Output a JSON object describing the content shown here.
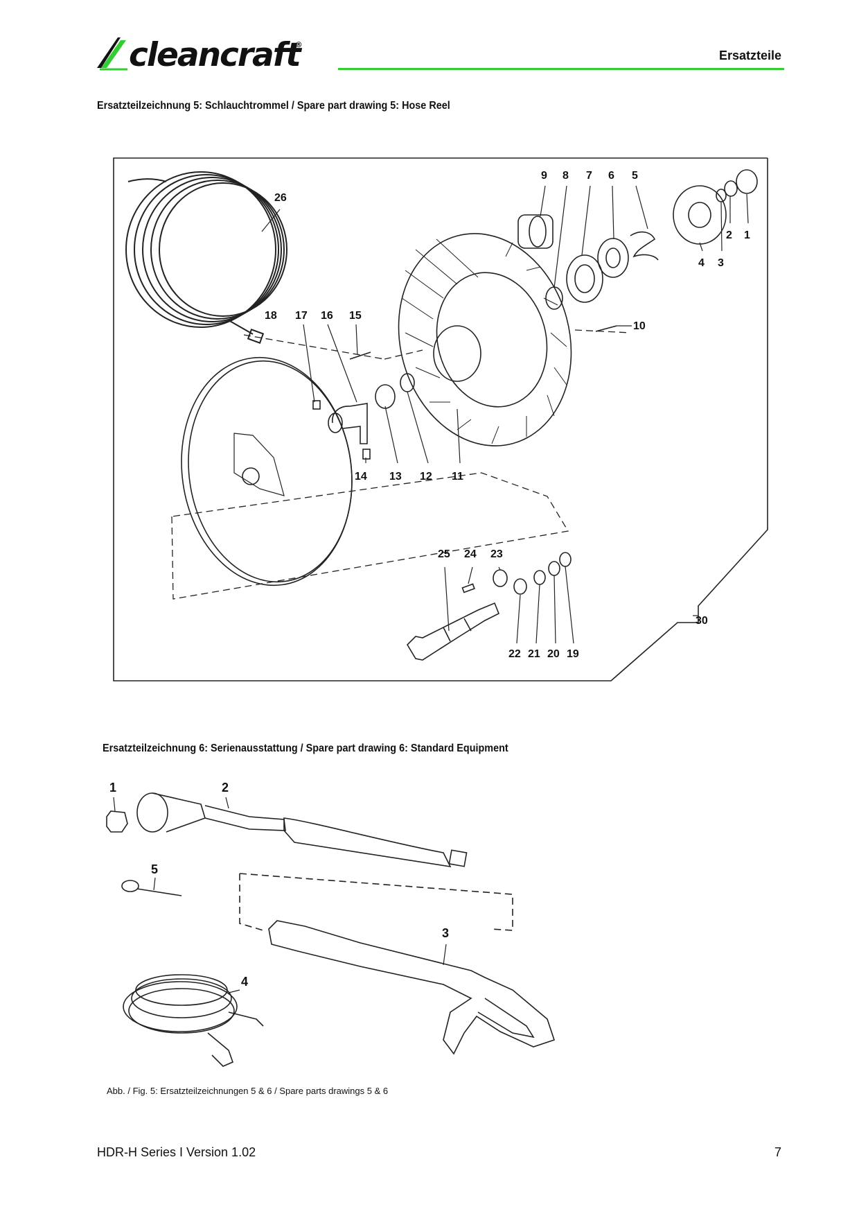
{
  "header": {
    "brand": "cleancraft",
    "brand_mark": "®",
    "section": "Ersatzteile",
    "accent_color": "#33cc33"
  },
  "drawing5": {
    "title": "Ersatzteilzeichnung 5: Schlauchtrommel / Spare part drawing 5: Hose Reel",
    "callouts": [
      "26",
      "9",
      "8",
      "7",
      "6",
      "5",
      "2",
      "1",
      "4",
      "3",
      "10",
      "18",
      "17",
      "16",
      "15",
      "14",
      "13",
      "12",
      "11",
      "25",
      "24",
      "23",
      "22",
      "21",
      "20",
      "19",
      "30"
    ]
  },
  "drawing6": {
    "title": "Ersatzteilzeichnung 6: Serienausstattung / Spare part drawing 6: Standard Equipment",
    "callouts": [
      "1",
      "2",
      "5",
      "3",
      "4"
    ]
  },
  "caption": "Abb. / Fig. 5: Ersatzteilzeichnungen 5 & 6 / Spare parts drawings 5 & 6",
  "footer": {
    "doc": "HDR-H Series I Version 1.02",
    "page": "7"
  }
}
